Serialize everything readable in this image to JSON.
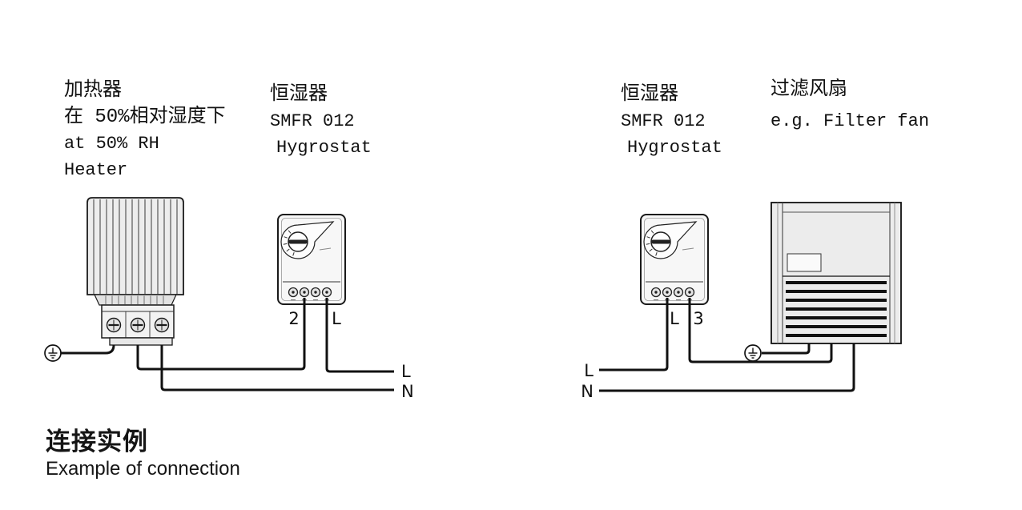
{
  "diagram": {
    "left": {
      "heater": {
        "zh1": "加热器",
        "zh2": "在 50%相对湿度下",
        "en1": "at 50% RH",
        "en2": "Heater"
      },
      "hygrostat": {
        "zh": "恒湿器",
        "model": "SMFR 012",
        "en": "Hygrostat"
      },
      "terminals": {
        "t1": "2",
        "t2": "L"
      },
      "lines": {
        "l": "L",
        "n": "N"
      }
    },
    "right": {
      "hygrostat": {
        "zh": "恒湿器",
        "model": "SMFR 012",
        "en": "Hygrostat"
      },
      "fan": {
        "zh": "过滤风扇",
        "en": "e.g. Filter fan"
      },
      "terminals": {
        "t1": "L",
        "t2": "3"
      },
      "lines": {
        "l": "L",
        "n": "N"
      }
    },
    "caption": {
      "zh": "连接实例",
      "en": "Example of connection"
    },
    "colors": {
      "wire": "#111111",
      "device_fill": "#ededed",
      "background": "#ffffff"
    }
  }
}
